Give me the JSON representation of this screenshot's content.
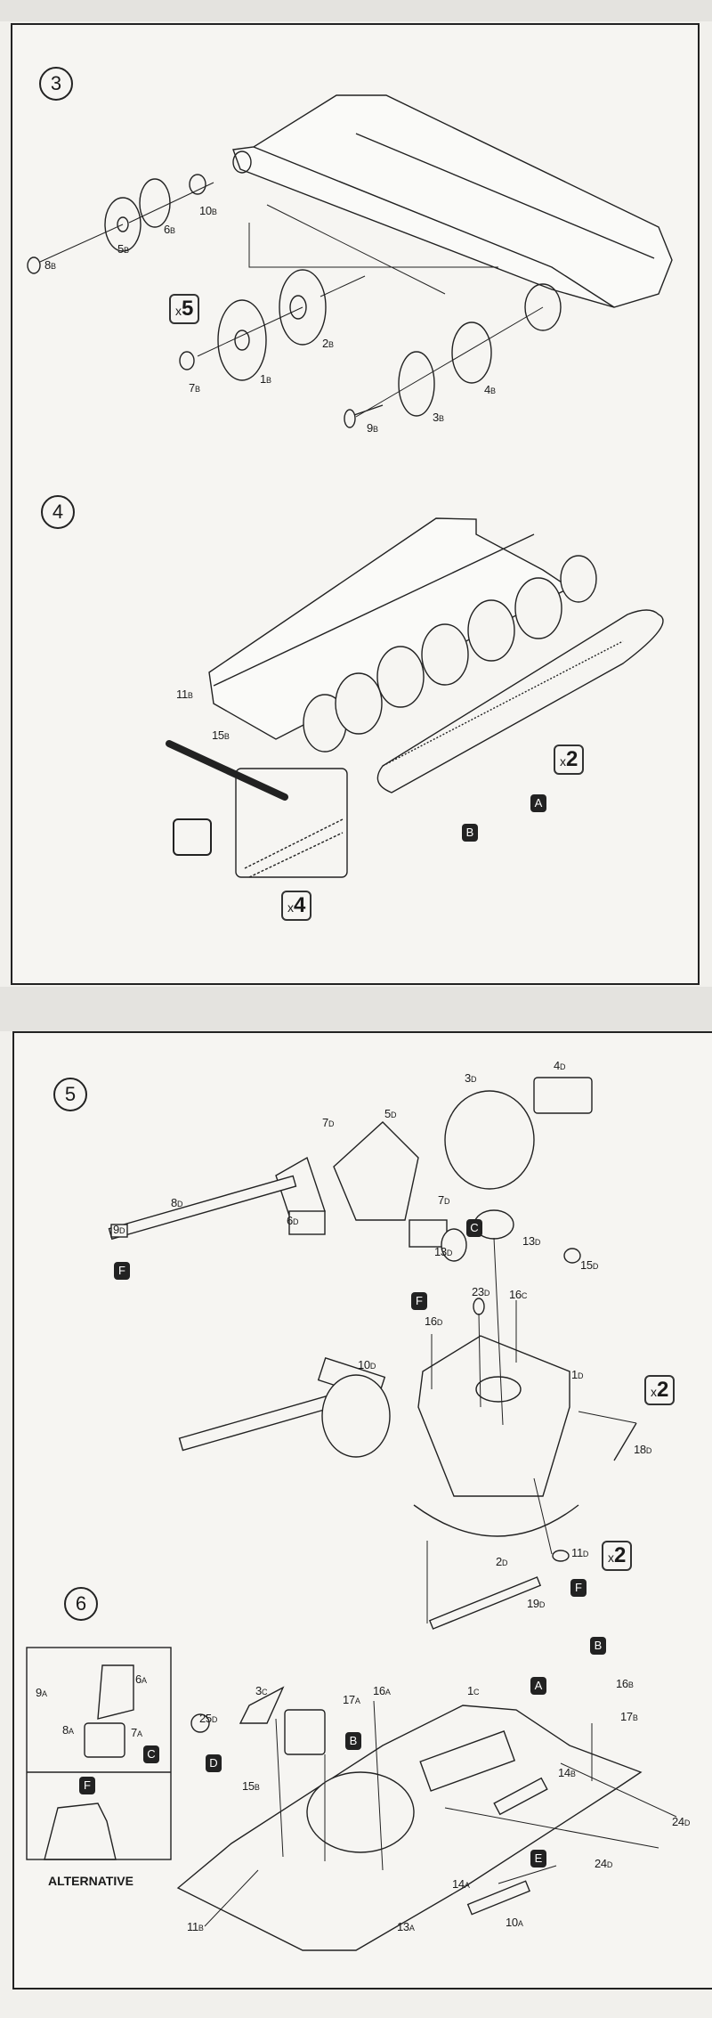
{
  "steps": [
    {
      "number": "3",
      "multiplier": "5",
      "parts": [
        "10B",
        "6B",
        "5B",
        "8B",
        "2B",
        "1B",
        "7B",
        "4B",
        "3B",
        "9B"
      ]
    },
    {
      "number": "4",
      "multipliers": [
        "2",
        "4"
      ],
      "parts": [
        "11B",
        "15B"
      ],
      "sprue_tags": [
        "A",
        "B"
      ]
    },
    {
      "number": "5",
      "multipliers": [
        "2",
        "2"
      ],
      "parts": [
        "4D",
        "3D",
        "5D",
        "7D",
        "8D",
        "9D",
        "6D",
        "7D",
        "13D",
        "13D",
        "15D",
        "23D",
        "16C",
        "16D",
        "10D",
        "1D",
        "18D",
        "11D",
        "2D",
        "19D"
      ],
      "sprue_tags": [
        "F",
        "C",
        "F",
        "F"
      ]
    },
    {
      "number": "6",
      "parts": [
        "16B",
        "17B",
        "1C",
        "16A",
        "17A",
        "3C",
        "25D",
        "14B",
        "15B",
        "24D",
        "24D",
        "14A",
        "11B",
        "13A",
        "10A",
        "6A",
        "9A",
        "8A",
        "7A"
      ],
      "sprue_tags": [
        "B",
        "A",
        "B",
        "D",
        "E",
        "C",
        "F"
      ],
      "alternative_label": "ALTERNATIVE"
    }
  ],
  "multiplier_prefix": "x"
}
